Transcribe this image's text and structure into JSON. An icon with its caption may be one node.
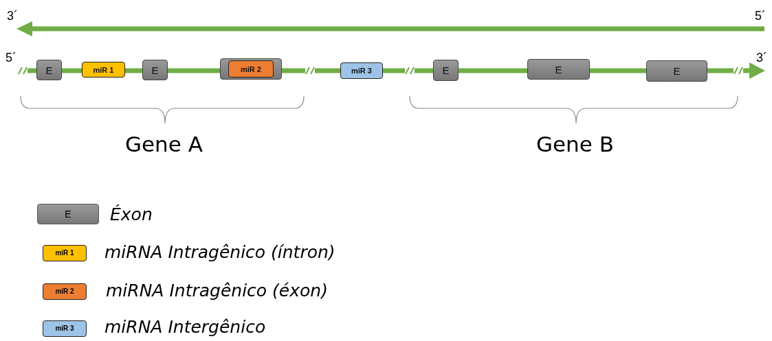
{
  "diagram": {
    "nodes": [
      {
        "text": [
          "E"
        ]
      },
      {
        "text": [
          "miR 1"
        ]
      },
      {
        "text": [
          "E"
        ]
      },
      {
        "text": [],
        "shape": "box"
      },
      {
        "text": [
          "miR 2"
        ],
        "in": 3
      },
      {
        "text": [
          "miR 3"
        ]
      },
      {
        "text": [
          "E"
        ]
      },
      {
        "text": [
          "E"
        ]
      },
      {
        "text": [
          "E"
        ]
      }
    ],
    "labels": [
      "3´",
      "5´",
      "5´",
      "3´",
      "Gene A",
      "Gene B",
      "E",
      "miR 1",
      "miR 2",
      "miR 3"
    ],
    "legend": [
      {
        "text": "Éxon",
        "color": "#8a8a8a"
      },
      {
        "text": "miRNA Intragênico (íntron)",
        "color": "#ffc000"
      },
      {
        "text": "miRNA Intragênico (éxon)",
        "color": "#ed7d31"
      },
      {
        "text": "miRNA Intergênico",
        "color": "#9dc3e6"
      }
    ]
  }
}
